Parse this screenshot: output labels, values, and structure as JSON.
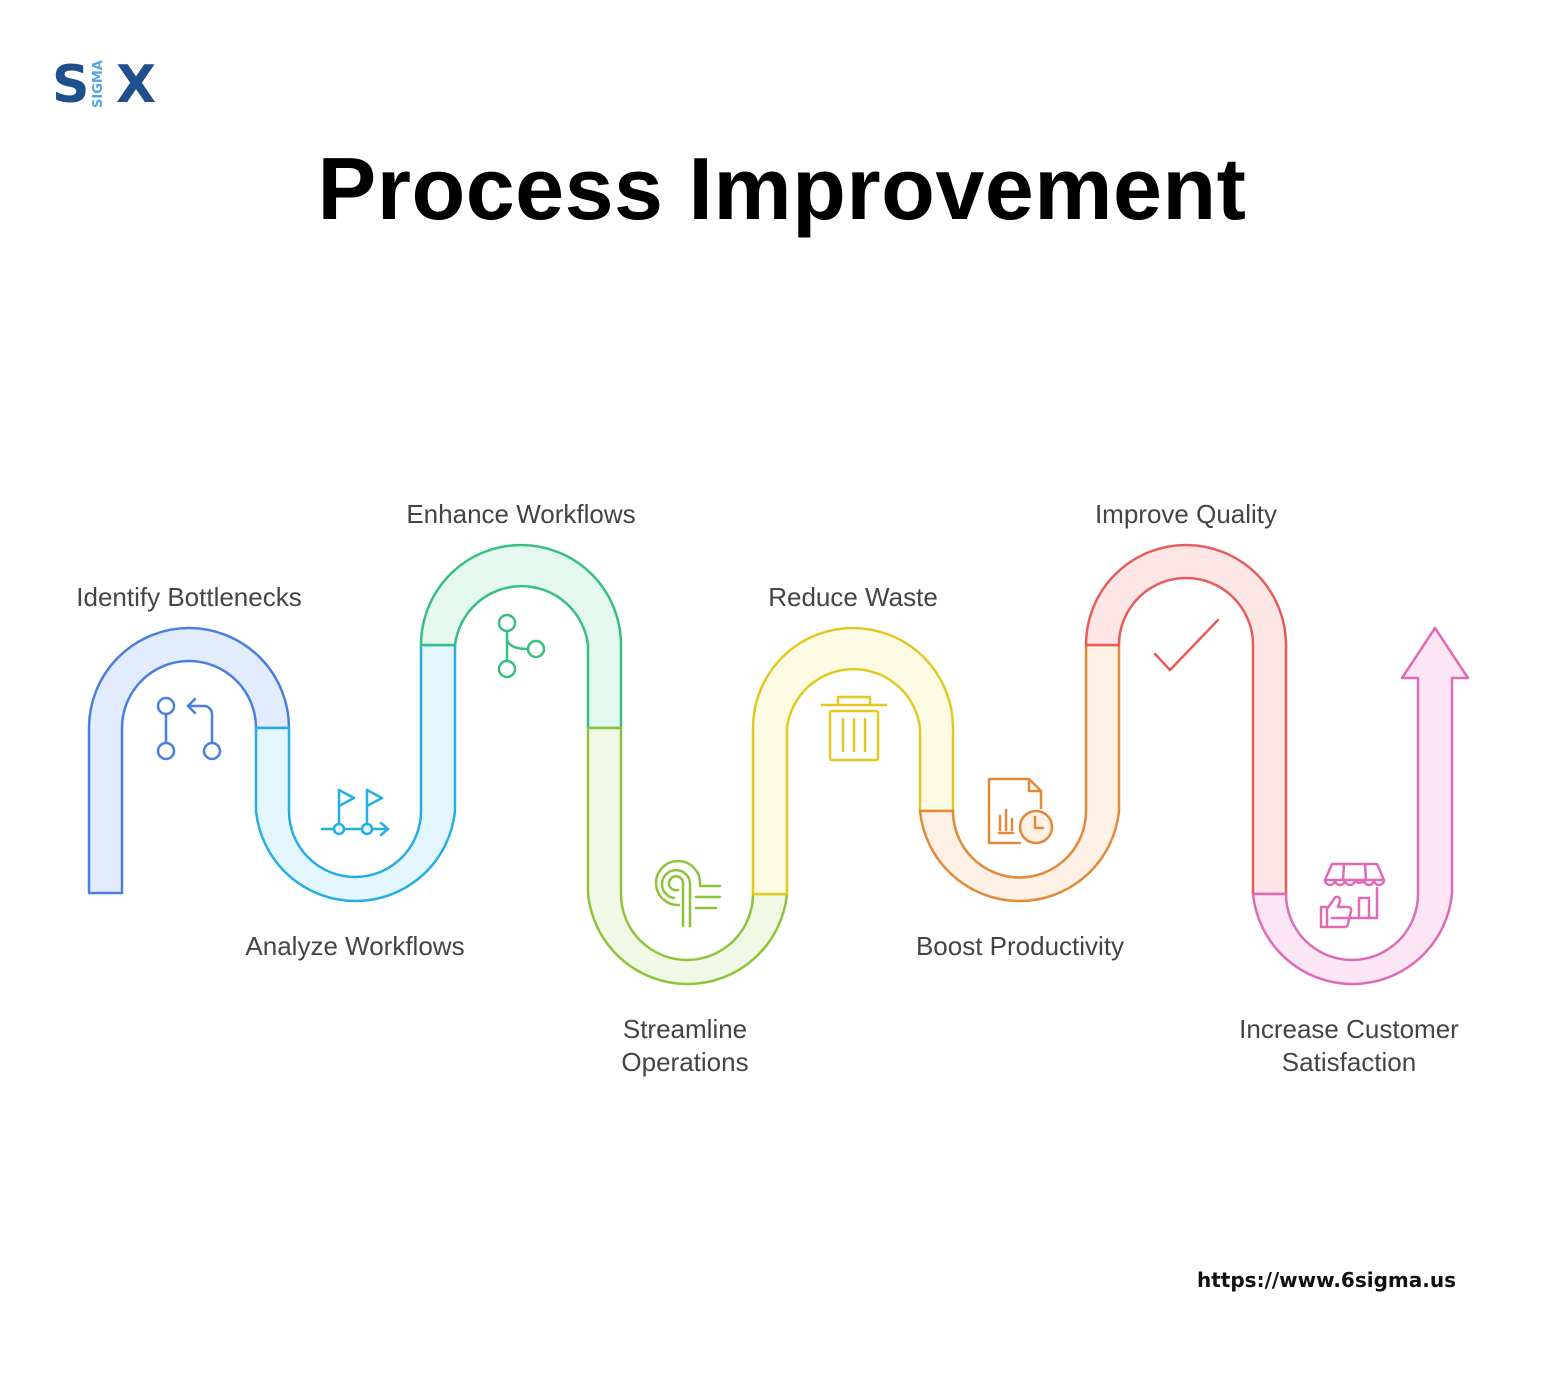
{
  "logo": {
    "left": "S",
    "middle": "SIGMA",
    "right": "X"
  },
  "title": "Process Improvement",
  "steps": [
    {
      "label": "Identify Bottlenecks",
      "icon": "pull-request-icon",
      "color": "#4a7fe0",
      "fill": "#e3ecfc"
    },
    {
      "label": "Analyze Workflows",
      "icon": "flags-path-icon",
      "color": "#25aee4",
      "fill": "#e4f6fd"
    },
    {
      "label": "Enhance Workflows",
      "icon": "branch-icon",
      "color": "#36c07f",
      "fill": "#e5f8ef"
    },
    {
      "label_lines": [
        "Streamline",
        "Operations"
      ],
      "icon": "fingerprint-speed-icon",
      "color": "#8fc43a",
      "fill": "#f1f8e5"
    },
    {
      "label": "Reduce Waste",
      "icon": "trash-icon",
      "color": "#e2c820",
      "fill": "#fdfbe3"
    },
    {
      "label": "Boost Productivity",
      "icon": "report-clock-icon",
      "color": "#e28a38",
      "fill": "#fdf1e5"
    },
    {
      "label": "Improve Quality",
      "icon": "checkmark-icon",
      "color": "#e85b5b",
      "fill": "#fde6e6"
    },
    {
      "label_lines": [
        "Increase Customer",
        "Satisfaction"
      ],
      "icon": "store-thumbs-up-icon",
      "color": "#e06ab5",
      "fill": "#fce6f4"
    }
  ],
  "footer_url": "https://www.6sigma.us"
}
